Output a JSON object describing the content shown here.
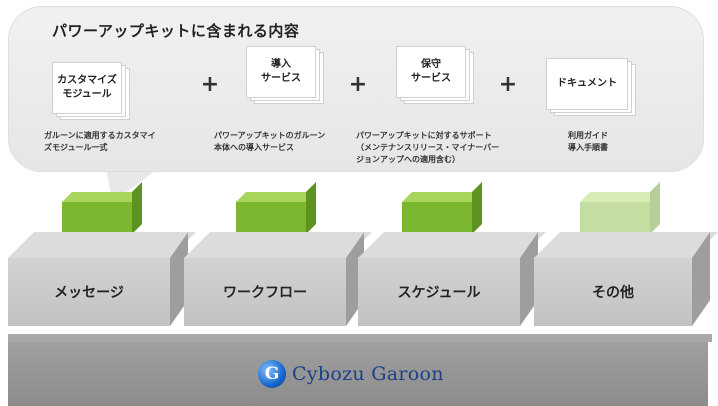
{
  "kit": {
    "title": "パワーアップキットに含まれる内容",
    "items": [
      {
        "label": "カスタマイズ\nモジュール",
        "caption": "ガルーンに適用するカスタマイ\nズモジュール一式"
      },
      {
        "label": "導入\nサービス",
        "caption": "パワーアップキットのガルーン\n本体への導入サービス"
      },
      {
        "label": "保守\nサービス",
        "caption": "パワーアップキットに対するサポート\n（メンテナンスリリース・マイナーバー\nジョンアップへの適用含む）"
      },
      {
        "label": "ドキュメント",
        "caption": "利用ガイド\n導入手順書"
      }
    ],
    "plus": "+"
  },
  "apps": [
    {
      "label": "メッセージ"
    },
    {
      "label": "ワークフロー"
    },
    {
      "label": "スケジュール"
    },
    {
      "label": "その他"
    }
  ],
  "base": {
    "logo_text": "Cybozu Garoon"
  },
  "colors": {
    "cube": "#7cb82f",
    "block": "#c8c8c8",
    "base": "#949494",
    "logo": "#1d3f8a"
  }
}
